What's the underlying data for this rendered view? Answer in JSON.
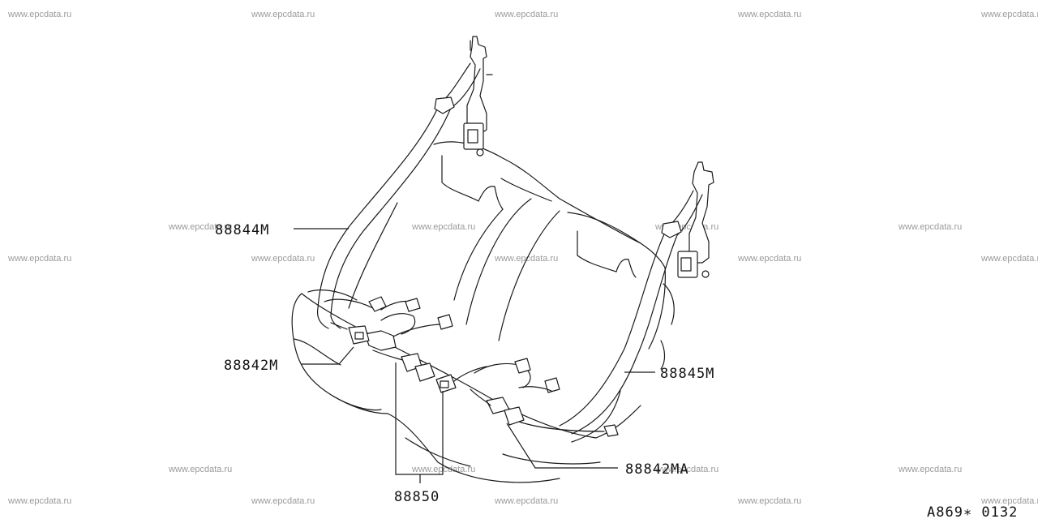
{
  "watermark": "www.epcdata.ru",
  "parts": {
    "p88844m": "88844M",
    "p88842m": "88842M",
    "p88845m": "88845M",
    "p88842ma": "88842MA",
    "p88850": "88850"
  },
  "diagram_code": "A869∗ 0132",
  "colors": {
    "line": "#1a1a1a",
    "watermark": "#9a9a9a",
    "background": "#ffffff"
  }
}
